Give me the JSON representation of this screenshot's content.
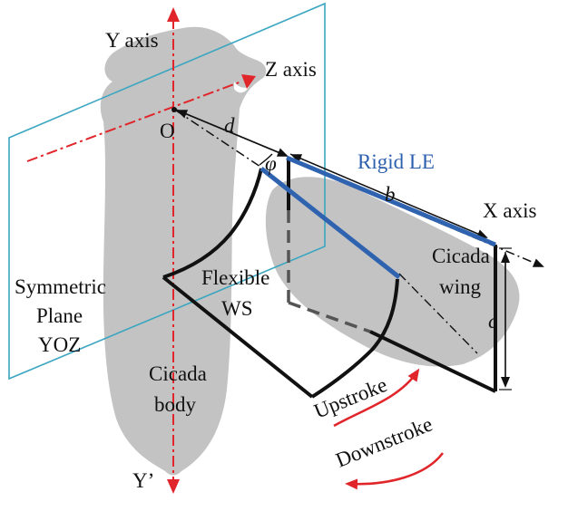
{
  "colors": {
    "body_fill": "#c3c3c3",
    "plane_stroke": "#3aa6c0",
    "axis_red": "#e0262b",
    "rigid_le": "#2f63b0",
    "frame_black": "#111111"
  },
  "labels": {
    "y_axis": "Y axis",
    "z_axis": "Z axis",
    "x_axis": "X axis",
    "origin": "O",
    "d": "d",
    "phi": "φ",
    "b": "b",
    "c": "c",
    "rigid_le": "Rigid LE",
    "cicada_wing_line1": "Cicada",
    "cicada_wing_line2": "wing",
    "flexible_line1": "Flexible",
    "flexible_line2": "WS",
    "symmetric_line1": "Symmetric",
    "symmetric_line2": "Plane",
    "symmetric_line3": "YOZ",
    "cicada_body_line1": "Cicada",
    "cicada_body_line2": "body",
    "y_prime": "Y’",
    "upstroke": "Upstroke",
    "downstroke": "Downstroke"
  }
}
